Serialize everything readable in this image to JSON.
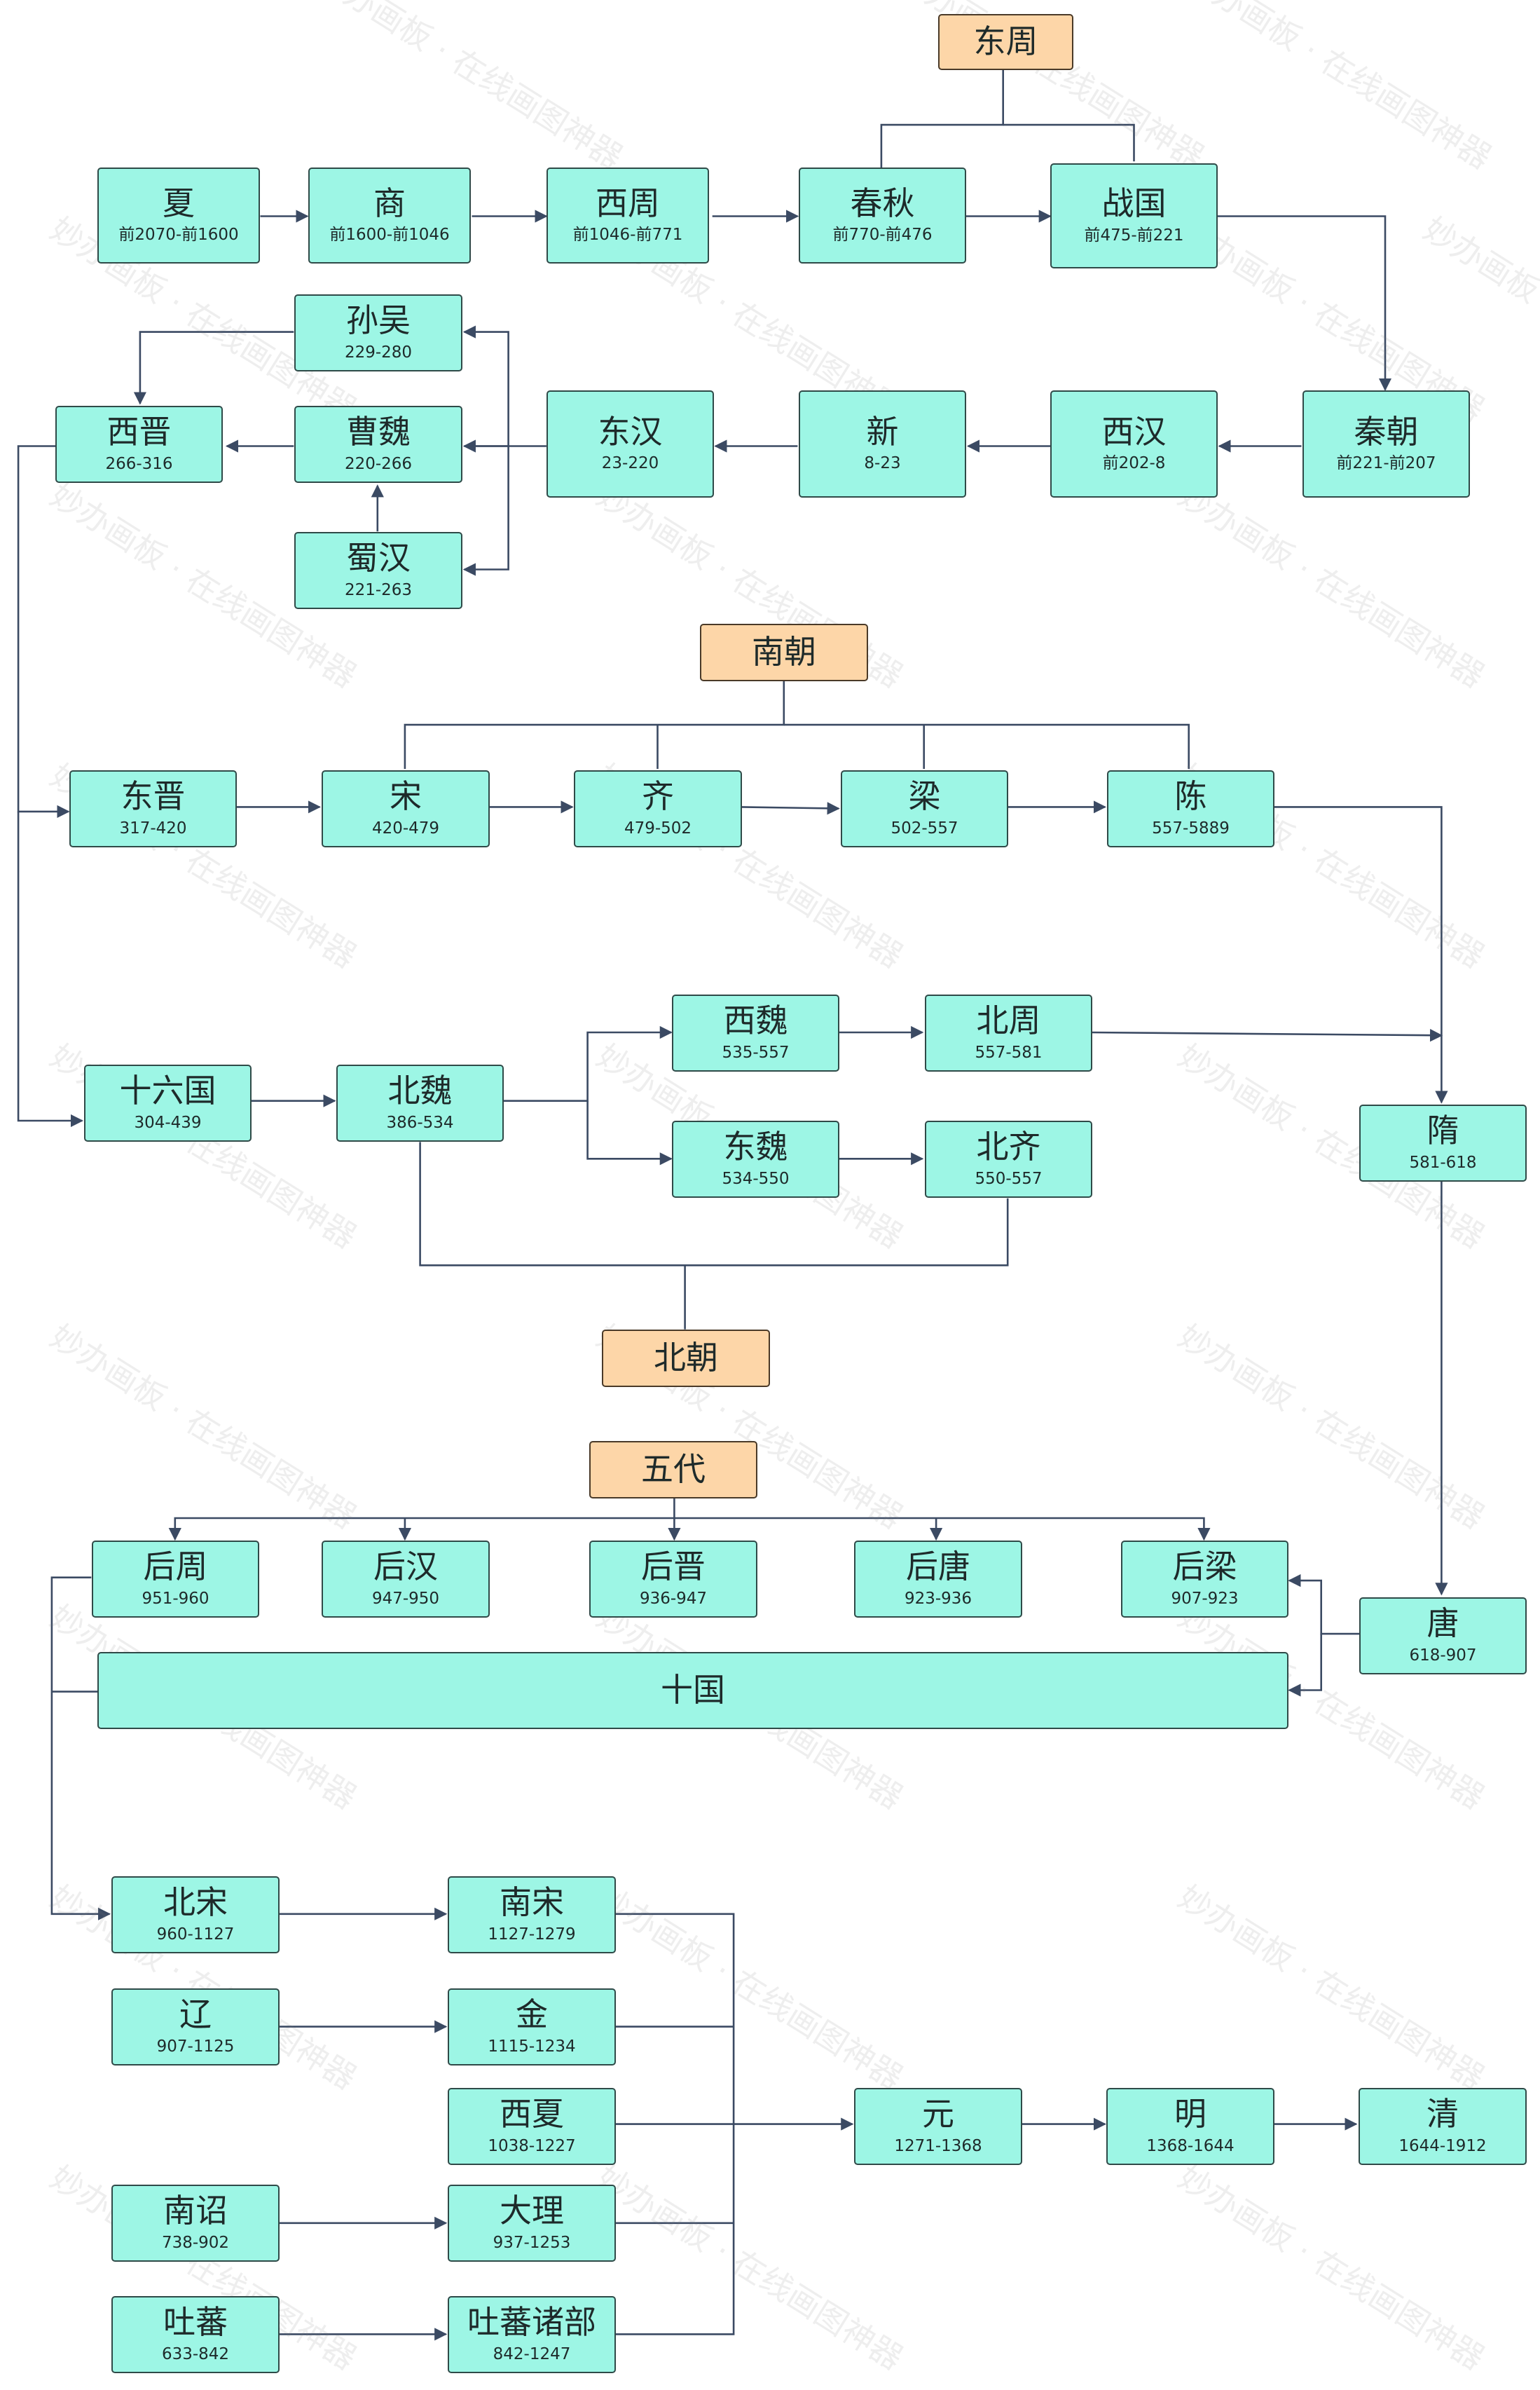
{
  "colors": {
    "node_fill": "#9df6e5",
    "group_fill": "#fdd6a8",
    "line": "#3b4a63"
  },
  "watermark": "妙办画板 · 在线画图神器",
  "groups": {
    "dongzhou": "东周",
    "nanchao": "南朝",
    "beichao": "北朝",
    "wudai": "五代"
  },
  "dynasties": {
    "xia": {
      "name": "夏",
      "years": "前2070-前1600"
    },
    "shang": {
      "name": "商",
      "years": "前1600-前1046"
    },
    "xizhou": {
      "name": "西周",
      "years": "前1046-前771"
    },
    "chunqiu": {
      "name": "春秋",
      "years": "前770-前476"
    },
    "zhanguo": {
      "name": "战国",
      "years": "前475-前221"
    },
    "qin": {
      "name": "秦朝",
      "years": "前221-前207"
    },
    "xihan": {
      "name": "西汉",
      "years": "前202-8"
    },
    "xin": {
      "name": "新",
      "years": "8-23"
    },
    "donghan": {
      "name": "东汉",
      "years": "23-220"
    },
    "sunwu": {
      "name": "孙吴",
      "years": "229-280"
    },
    "caowei": {
      "name": "曹魏",
      "years": "220-266"
    },
    "shuhan": {
      "name": "蜀汉",
      "years": "221-263"
    },
    "xijin": {
      "name": "西晋",
      "years": "266-316"
    },
    "dongjin": {
      "name": "东晋",
      "years": "317-420"
    },
    "song_s": {
      "name": "宋",
      "years": "420-479"
    },
    "qi": {
      "name": "齐",
      "years": "479-502"
    },
    "liang": {
      "name": "梁",
      "years": "502-557"
    },
    "chen": {
      "name": "陈",
      "years": "557-5889"
    },
    "shiliuguo": {
      "name": "十六国",
      "years": "304-439"
    },
    "beiwei": {
      "name": "北魏",
      "years": "386-534"
    },
    "xiwei": {
      "name": "西魏",
      "years": "535-557"
    },
    "dongwei": {
      "name": "东魏",
      "years": "534-550"
    },
    "beizhou": {
      "name": "北周",
      "years": "557-581"
    },
    "beiqi": {
      "name": "北齐",
      "years": "550-557"
    },
    "sui": {
      "name": "隋",
      "years": "581-618"
    },
    "tang": {
      "name": "唐",
      "years": "618-907"
    },
    "houzhou": {
      "name": "后周",
      "years": "951-960"
    },
    "houhan": {
      "name": "后汉",
      "years": "947-950"
    },
    "houjin": {
      "name": "后晋",
      "years": "936-947"
    },
    "houtang": {
      "name": "后唐",
      "years": "923-936"
    },
    "houliang": {
      "name": "后梁",
      "years": "907-923"
    },
    "shiguo": {
      "name": "十国"
    },
    "beisong": {
      "name": "北宋",
      "years": "960-1127"
    },
    "nansong": {
      "name": "南宋",
      "years": "1127-1279"
    },
    "liao": {
      "name": "辽",
      "years": "907-1125"
    },
    "jin": {
      "name": "金",
      "years": "1115-1234"
    },
    "xixia": {
      "name": "西夏",
      "years": "1038-1227"
    },
    "nanzhao": {
      "name": "南诏",
      "years": "738-902"
    },
    "dali": {
      "name": "大理",
      "years": "937-1253"
    },
    "tubo": {
      "name": "吐蕃",
      "years": "633-842"
    },
    "tubozhubu": {
      "name": "吐蕃诸部",
      "years": "842-1247"
    },
    "yuan": {
      "name": "元",
      "years": "1271-1368"
    },
    "ming": {
      "name": "明",
      "years": "1368-1644"
    },
    "qing": {
      "name": "清",
      "years": "1644-1912"
    }
  }
}
